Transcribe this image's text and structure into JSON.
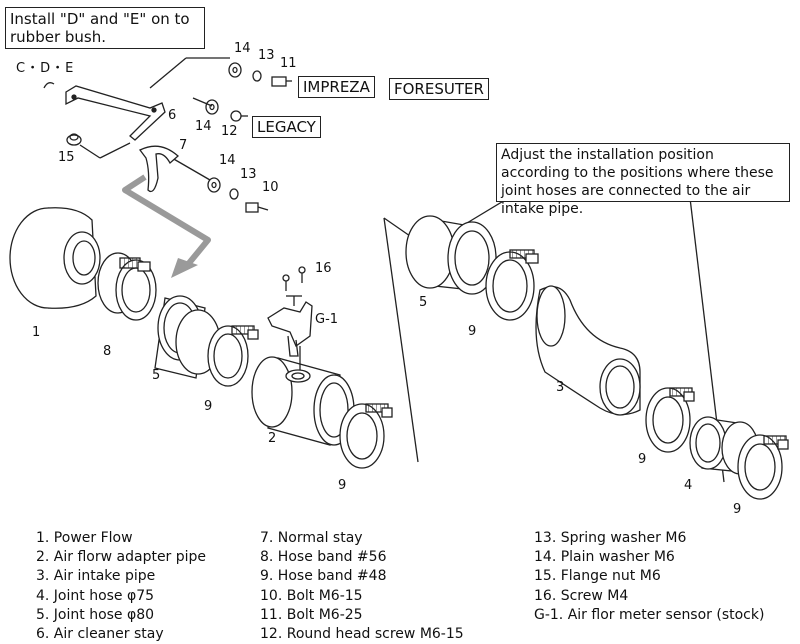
{
  "notes": {
    "install": "Install \"D\" and \"E\" on to rubber bush.",
    "cde": "C・D・E",
    "adjust": "Adjust the installation position according to the positions where these joint hoses are connected to the air intake pipe."
  },
  "vehicles": {
    "impreza": "IMPREZA",
    "foresuter": "FORESUTER",
    "legacy": "LEGACY"
  },
  "callouts": {
    "n1": "1",
    "n2": "2",
    "n3": "3",
    "n4": "4",
    "n5a": "5",
    "n5b": "5",
    "n6": "6",
    "n7": "7",
    "n8": "8",
    "n9a": "9",
    "n9b": "9",
    "n9c": "9",
    "n9d": "9",
    "n9e": "9",
    "n10": "10",
    "n11": "11",
    "n12": "12",
    "n13a": "13",
    "n13b": "13",
    "n14a": "14",
    "n14b": "14",
    "n14c": "14",
    "n15": "15",
    "n16": "16",
    "g1": "G-1"
  },
  "legend": {
    "col1": [
      "1. Power Flow",
      "2. Air florw adapter pipe",
      "3. Air intake pipe",
      "4. Joint hose  φ75",
      "5. Joint hose  φ80",
      "6. Air cleaner stay"
    ],
    "col2": [
      "7. Normal stay",
      "8. Hose band  #56",
      "9. Hose band  #48",
      "10. Bolt  M6-15",
      "11. Bolt  M6-25",
      "12. Round head screw  M6-15"
    ],
    "col3": [
      "13. Spring washer  M6",
      "14. Plain washer  M6",
      "15. Flange nut  M6",
      "16. Screw  M4",
      "G-1. Air flor meter sensor (stock)"
    ]
  }
}
